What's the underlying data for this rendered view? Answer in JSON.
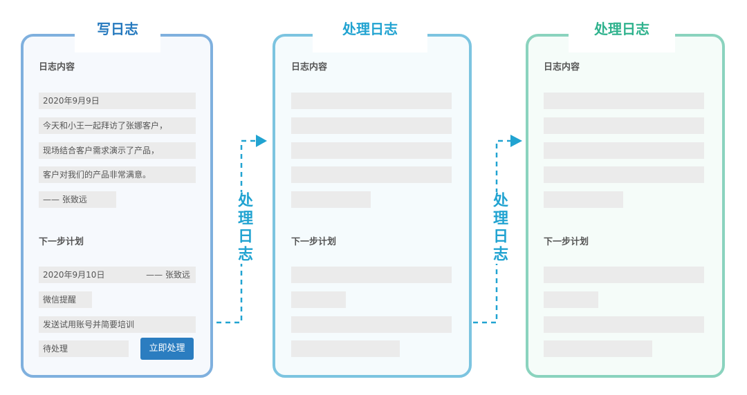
{
  "colors": {
    "write_accent": "#2b7dc0",
    "process_accent": "#21a3d1",
    "process2_accent": "#2fb28d",
    "placeholder": "#ebebeb"
  },
  "phone1": {
    "title": "写日志",
    "content_label": "日志内容",
    "content_lines": [
      "2020年9月9日",
      "今天和小王一起拜访了张娜客户，",
      "现场结合客户需求演示了产品，",
      "客户对我们的产品非常满意。",
      "—— 张致远"
    ],
    "plan_label": "下一步计划",
    "plan_date": "2020年9月10日",
    "plan_author": "—— 张致远",
    "plan_lines": [
      "微信提醒",
      "发送试用账号并简要培训"
    ],
    "status": "待处理",
    "action_button": "立即处理"
  },
  "phone2": {
    "title": "处理日志",
    "content_label": "日志内容",
    "plan_label": "下一步计划"
  },
  "phone3": {
    "title": "处理日志",
    "content_label": "日志内容",
    "plan_label": "下一步计划"
  },
  "connector1_label": "处理日志",
  "connector2_label": "处理日志"
}
